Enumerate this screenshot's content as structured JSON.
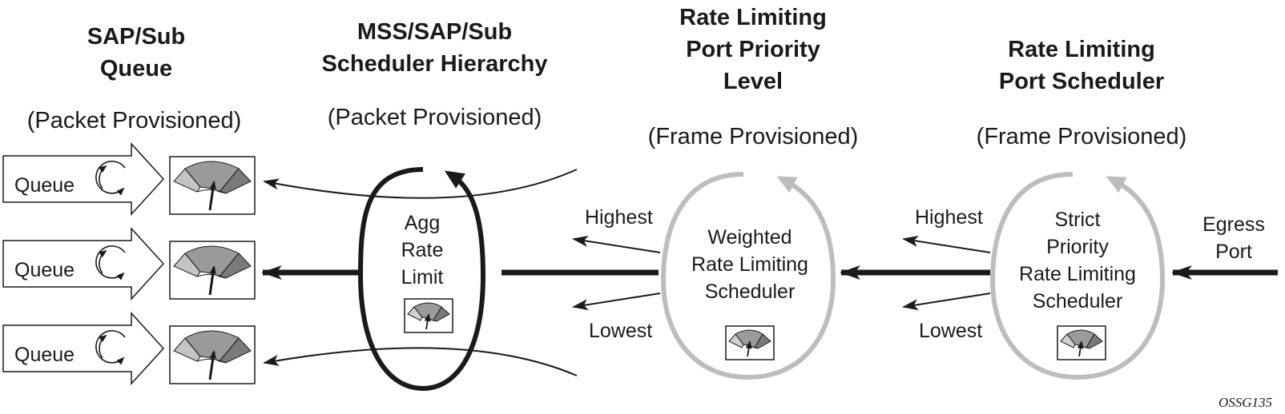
{
  "columns": {
    "sap_queue": {
      "title": "SAP/Sub\nQueue",
      "subtitle": "(Packet Provisioned)"
    },
    "mss_scheduler": {
      "title": "MSS/SAP/Sub\nScheduler Hierarchy",
      "subtitle": "(Packet Provisioned)"
    },
    "port_priority": {
      "title": "Rate Limiting\nPort Priority\nLevel",
      "subtitle": "(Frame Provisioned)"
    },
    "port_scheduler": {
      "title": "Rate Limiting\nPort Scheduler",
      "subtitle": "(Frame Provisioned)"
    }
  },
  "queues": [
    {
      "label": "Queue"
    },
    {
      "label": "Queue"
    },
    {
      "label": "Queue"
    }
  ],
  "agg_loop": {
    "label": "Agg\nRate\nLimit"
  },
  "weighted_loop": {
    "label": "Weighted\nRate Limiting\nScheduler"
  },
  "strict_loop": {
    "label": "Strict\nPriority\nRate Limiting\nScheduler"
  },
  "priority_labels": {
    "weighted_highest": "Highest",
    "weighted_lowest": "Lowest",
    "strict_highest": "Highest",
    "strict_lowest": "Lowest"
  },
  "egress_port": "Egress\nPort",
  "figure_tag": "OSSG135",
  "colors": {
    "ink": "#1a1a1a",
    "loop_gray": "#bdbdbd",
    "gauge_light": "#c4c4c4",
    "gauge_mid": "#9a9a9a",
    "gauge_dark": "#7a7a7a"
  }
}
